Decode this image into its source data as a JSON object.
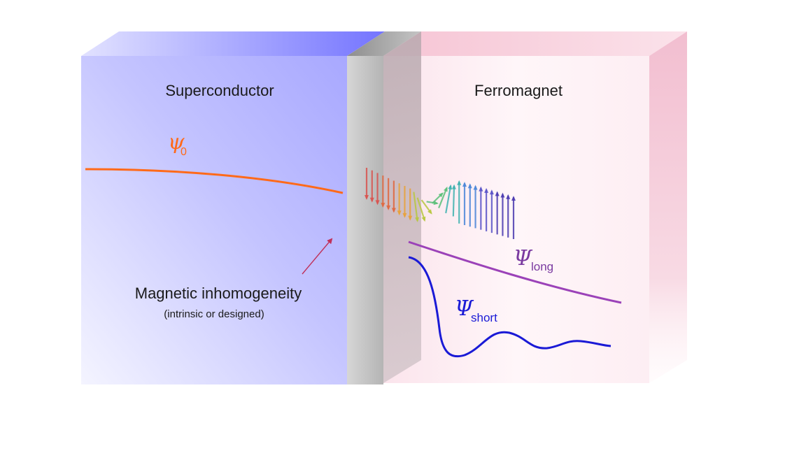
{
  "labels": {
    "superconductor": "Superconductor",
    "ferromagnet": "Ferromagnet",
    "inhomogeneity": "Magnetic inhomogeneity",
    "inhomogeneity_note": "(intrinsic or designed)"
  },
  "psi0": {
    "symbol": "ψ",
    "subscript": "0"
  },
  "psi_long": {
    "symbol": "Ψ",
    "subscript": "long"
  },
  "psi_short": {
    "symbol": "Ψ",
    "subscript": "short"
  },
  "colors": {
    "superconductor": "#8c8cff",
    "ferromagnet": "#f5c0d0",
    "barrier": "#b8b8b8",
    "psi0": "#ff6a1a",
    "psi_long": "#9b42b8",
    "psi_short": "#1a1ad6",
    "arrow": "#c0305a"
  }
}
